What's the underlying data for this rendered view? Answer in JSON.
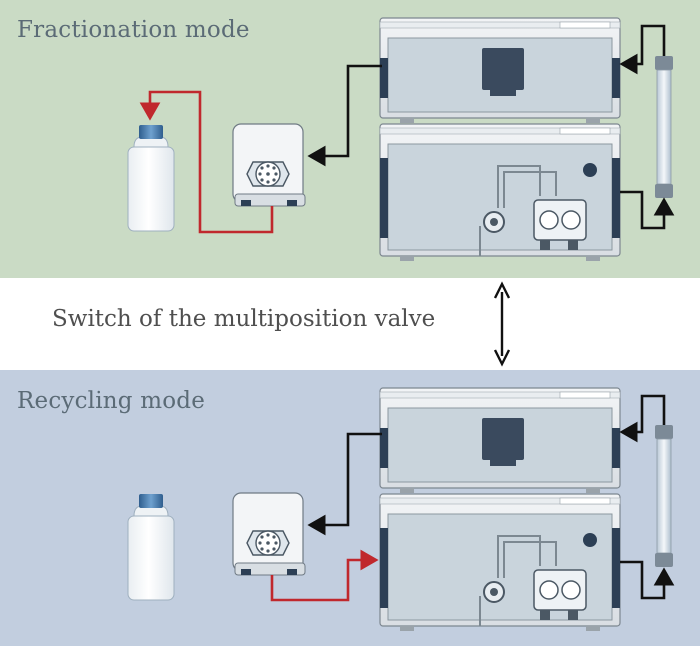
{
  "top_panel": {
    "title": "Fractionation mode"
  },
  "middle": {
    "switch_label": "Switch of the multiposition valve"
  },
  "bottom_panel": {
    "title": "Recycling mode"
  },
  "colors": {
    "fractionation_bg": "#cadbc5",
    "recycling_bg": "#c2cedf",
    "flow_line": "#111111",
    "return_line": "#c0282d"
  }
}
